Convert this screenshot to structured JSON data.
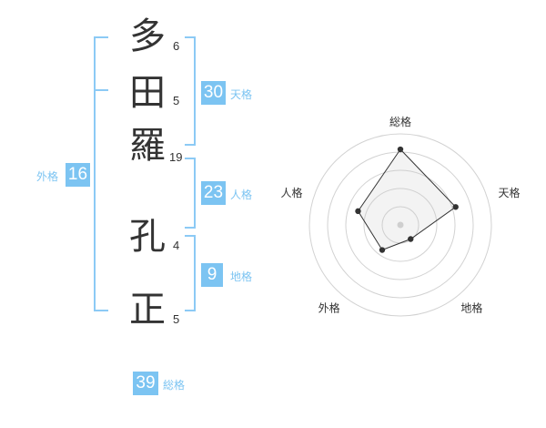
{
  "name": {
    "characters": [
      {
        "char": "多",
        "strokes": "6"
      },
      {
        "char": "田",
        "strokes": "5"
      },
      {
        "char": "羅",
        "strokes": "19"
      },
      {
        "char": "孔",
        "strokes": "4"
      },
      {
        "char": "正",
        "strokes": "5"
      }
    ]
  },
  "fortune": {
    "tenkaku": {
      "value": "30",
      "label": "天格"
    },
    "jinkaku": {
      "value": "23",
      "label": "人格"
    },
    "chikaku": {
      "value": "9",
      "label": "地格"
    },
    "gaikaku": {
      "value": "16",
      "label": "外格"
    },
    "soukaku": {
      "value": "39",
      "label": "総格"
    }
  },
  "colors": {
    "accent": "#7cc4f2",
    "bracket": "#8ccaf5",
    "text": "#333333"
  },
  "chart_data": {
    "type": "radar",
    "axes": [
      "総格",
      "天格",
      "地格",
      "外格",
      "人格"
    ],
    "values": [
      39,
      30,
      9,
      16,
      23
    ],
    "max": 47
  }
}
